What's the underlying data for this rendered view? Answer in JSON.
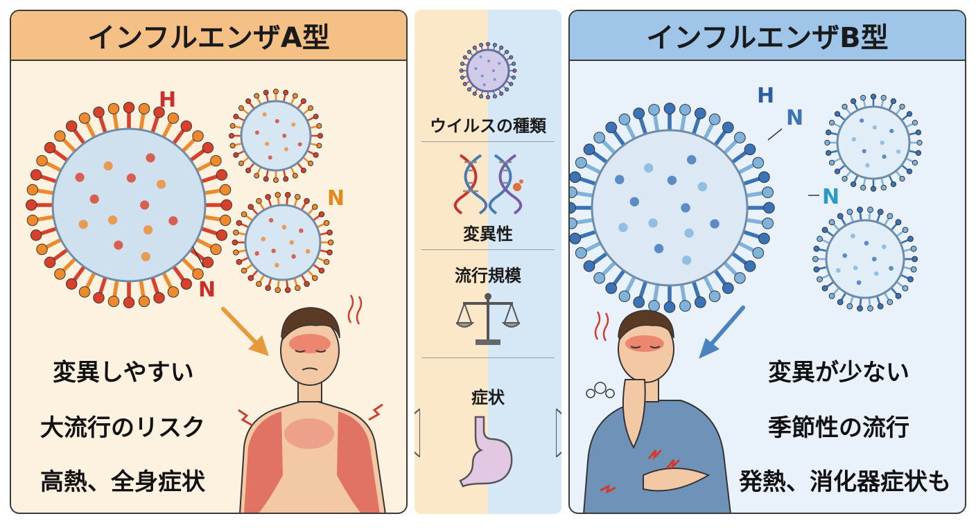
{
  "type_a": {
    "title": "インフルエンザA型",
    "antigen_h": "H",
    "antigen_n1": "N",
    "antigen_n2": "N",
    "traits": [
      "変異しやすい",
      "大流行のリスク",
      "高熱、全身症状"
    ],
    "colors": {
      "header": "#f5c085",
      "background": "#fdf1e0",
      "virus_spike_red": "#d9402b",
      "virus_spike_orange": "#ef8a2c"
    }
  },
  "type_b": {
    "title": "インフルエンザB型",
    "antigen_h": "H",
    "antigen_n1": "N",
    "antigen_n2": "N",
    "traits": [
      "変異が少ない",
      "季節性の流行",
      "発熱、消化器症状も"
    ],
    "colors": {
      "header": "#9fc6e8",
      "background": "#e9f2fa",
      "virus_spike_blue": "#3a73b8",
      "virus_spike_light": "#7fb3dc"
    }
  },
  "comparison": {
    "items": [
      {
        "label": "ウイルスの種類",
        "icon": "virus-icon"
      },
      {
        "label": "変異性",
        "icon": "dna-icon"
      },
      {
        "label": "流行規模",
        "icon": "balance-scale-icon"
      },
      {
        "label": "症状",
        "icon": "stomach-icon"
      }
    ]
  }
}
